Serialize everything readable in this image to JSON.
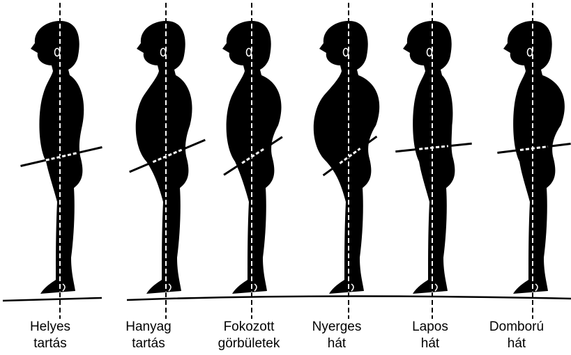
{
  "colors": {
    "background": "#ffffff",
    "silhouette": "#000000",
    "plumb_line": "#000000",
    "dashed_on_body": "#ffffff"
  },
  "icons": {
    "figure": "standing-person-profile-silhouette",
    "ear": "ear-icon",
    "plumb_line": "vertical-dashed-plumb-line",
    "pelvis_line": "pelvic-tilt-line"
  },
  "figures": [
    {
      "caption_line1": "Helyes",
      "caption_line2": "tartás",
      "pelvic_tilt_deg": -13
    },
    {
      "caption_line1": "Hanyag",
      "caption_line2": "tartás",
      "pelvic_tilt_deg": -23
    },
    {
      "caption_line1": "Fokozott",
      "caption_line2": "görbületek",
      "pelvic_tilt_deg": -33
    },
    {
      "caption_line1": "Nyerges",
      "caption_line2": "hát",
      "pelvic_tilt_deg": -36
    },
    {
      "caption_line1": "Lapos",
      "caption_line2": "hát",
      "pelvic_tilt_deg": -6
    },
    {
      "caption_line1": "Domború",
      "caption_line2": "hát",
      "pelvic_tilt_deg": -7
    }
  ]
}
